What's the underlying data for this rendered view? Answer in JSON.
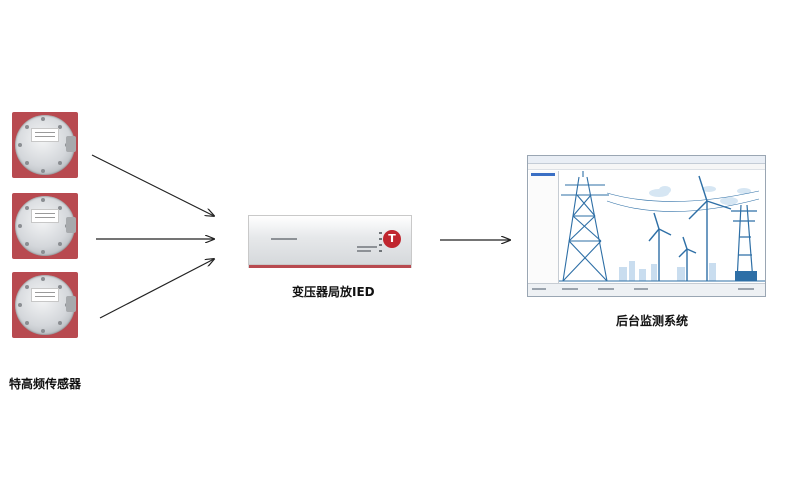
{
  "labels": {
    "sensor_caption": "特高频传感器",
    "ied_caption": "变压器局放IED",
    "backend_caption": "后台监测系统"
  },
  "colors": {
    "sensor_backdrop": "#b84a50",
    "illustration_blue": "#2e6fa6",
    "ied_logo": "#c0262f"
  },
  "icons": {
    "sensor": "uhf-sensor-icon",
    "ied": "ied-device-icon",
    "backend": "monitoring-software-icon"
  }
}
